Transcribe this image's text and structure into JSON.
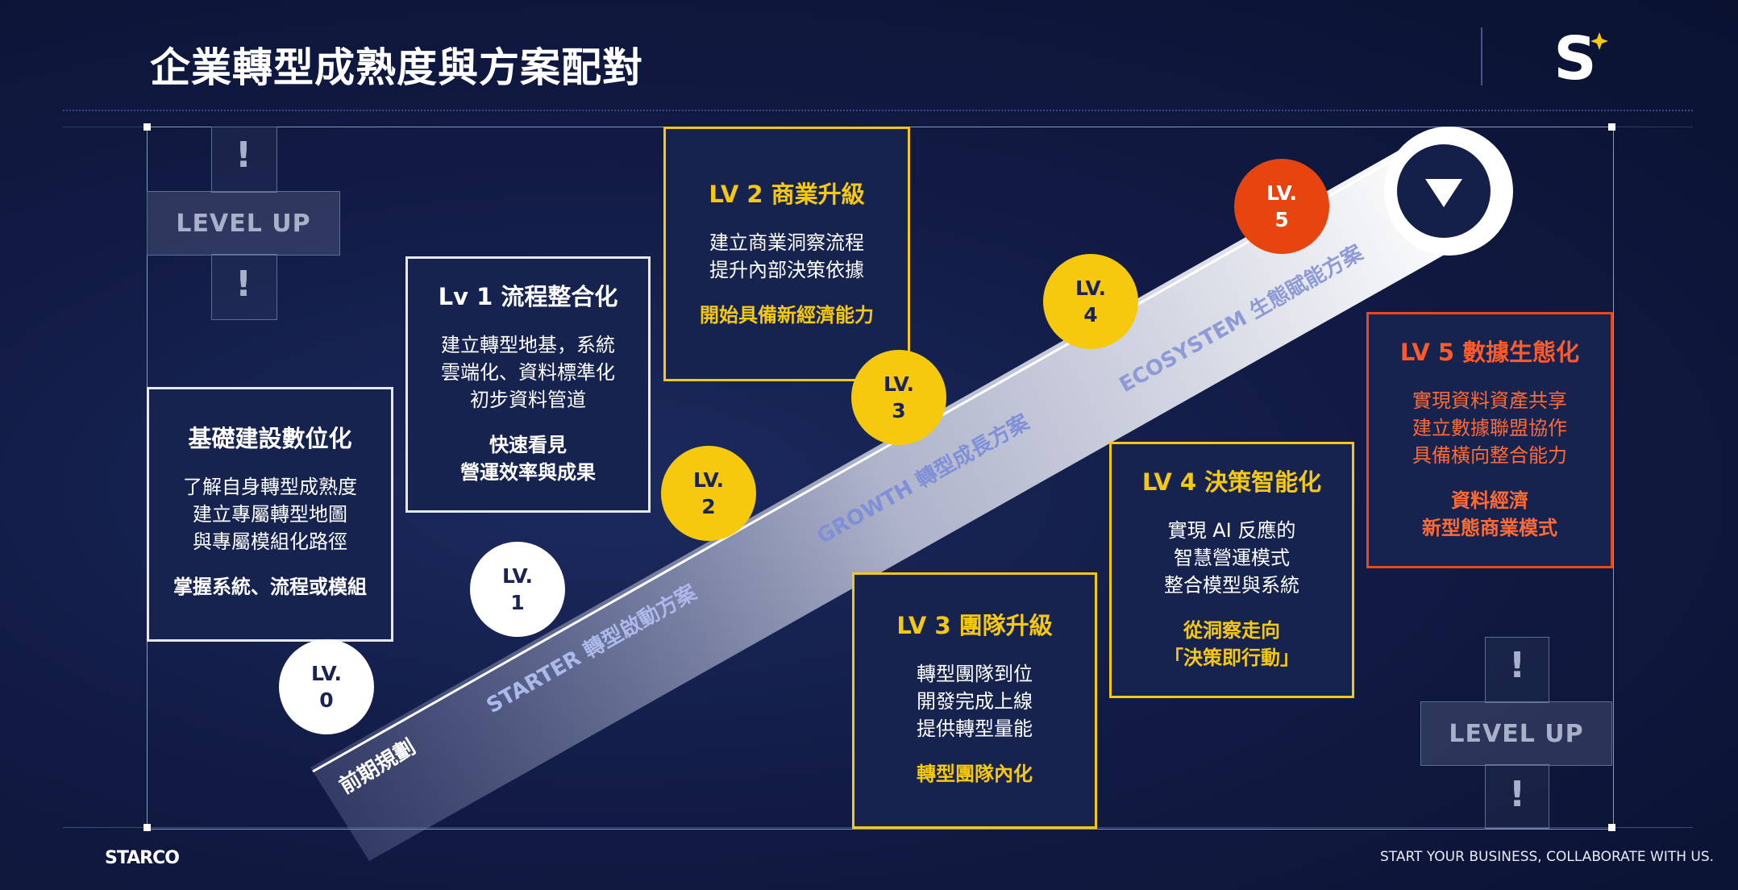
{
  "header": {
    "title": "企業轉型成熟度與方案配對",
    "logo_letter": "S"
  },
  "level_up_text": "LEVEL UP",
  "exclaim": "!",
  "ramp": {
    "labels": {
      "pre": "前期規劃",
      "starter": "STARTER 轉型啟動方案",
      "growth": "GROWTH 轉型成長方案",
      "ecosystem": "ECOSYSTEM 生態賦能方案"
    }
  },
  "circles": [
    {
      "top": "LV.",
      "num": "0"
    },
    {
      "top": "LV.",
      "num": "1"
    },
    {
      "top": "LV.",
      "num": "2"
    },
    {
      "top": "LV.",
      "num": "3"
    },
    {
      "top": "LV.",
      "num": "4"
    },
    {
      "top": "LV.",
      "num": "5"
    }
  ],
  "boxes": {
    "lv0": {
      "title": "基礎建設數位化",
      "lines": [
        "了解自身轉型成熟度",
        "建立專屬轉型地圖",
        "與專屬模組化路徑"
      ],
      "key": [
        "掌握系統、流程或模組"
      ]
    },
    "lv1": {
      "title": "Lv 1 流程整合化",
      "lines": [
        "建立轉型地基，系統",
        "雲端化、資料標準化",
        "初步資料管道"
      ],
      "key": [
        "快速看見",
        "營運效率與成果"
      ]
    },
    "lv2": {
      "title": "LV 2 商業升級",
      "lines": [
        "建立商業洞察流程",
        "提升內部決策依據"
      ],
      "key": [
        "開始具備新經濟能力"
      ]
    },
    "lv3": {
      "title": "LV 3 團隊升級",
      "lines": [
        "轉型團隊到位",
        "開發完成上線",
        "提供轉型量能"
      ],
      "key": [
        "轉型團隊內化"
      ]
    },
    "lv4": {
      "title": "LV 4 決策智能化",
      "lines": [
        "實現 AI 反應的",
        "智慧營運模式",
        "整合模型與系統"
      ],
      "key": [
        "從洞察走向",
        "「決策即行動」"
      ]
    },
    "lv5": {
      "title": "LV 5 數據生態化",
      "lines": [
        "實現資料資產共享",
        "建立數據聯盟協作",
        "具備橫向整合能力"
      ],
      "key": [
        "資料經濟",
        "新型態商業模式"
      ]
    }
  },
  "footer": {
    "brand": "STARCO",
    "tagline": "START YOUR BUSINESS, COLLABORATE WITH US."
  },
  "colors": {
    "yellow": "#f6c90e",
    "orange": "#e8440f",
    "background": "#111b45"
  }
}
